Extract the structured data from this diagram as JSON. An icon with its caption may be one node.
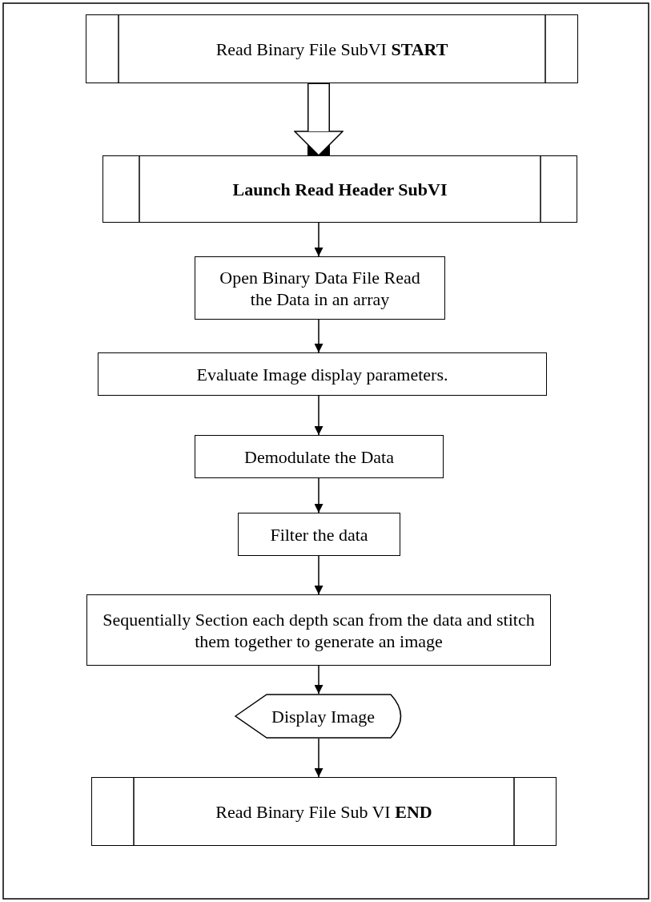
{
  "diagram": {
    "nodes": [
      {
        "text": [
          "Read Binary File SubVI **START**"
        ]
      },
      {
        "text": [
          "Launch Read Header SubVI"
        ]
      },
      {
        "text": [
          "Open Binary Data File Read the Data in an array"
        ]
      },
      {
        "text": [
          "Evaluate Image display parameters."
        ]
      },
      {
        "text": [
          "Demodulate the Data"
        ]
      },
      {
        "text": [
          "Filter the data"
        ]
      },
      {
        "text": [
          "Sequentially Section each depth scan from the data and stitch them together to generate an image"
        ]
      },
      {
        "text": [
          "Display Image"
        ]
      },
      {
        "text": [
          "Read Binary File Sub VI **END**"
        ]
      }
    ],
    "edges": [
      {
        "from": 0,
        "to": 1,
        "arrow": "to",
        "style": "thick"
      },
      {
        "from": 1,
        "to": 2,
        "arrow": "to"
      },
      {
        "from": 2,
        "to": 3,
        "arrow": "to"
      },
      {
        "from": 3,
        "to": 4,
        "arrow": "to"
      },
      {
        "from": 4,
        "to": 5,
        "arrow": "to"
      },
      {
        "from": 5,
        "to": 6,
        "arrow": "to"
      },
      {
        "from": 6,
        "to": 7,
        "arrow": "to"
      },
      {
        "from": 7,
        "to": 8,
        "arrow": "to"
      }
    ]
  }
}
